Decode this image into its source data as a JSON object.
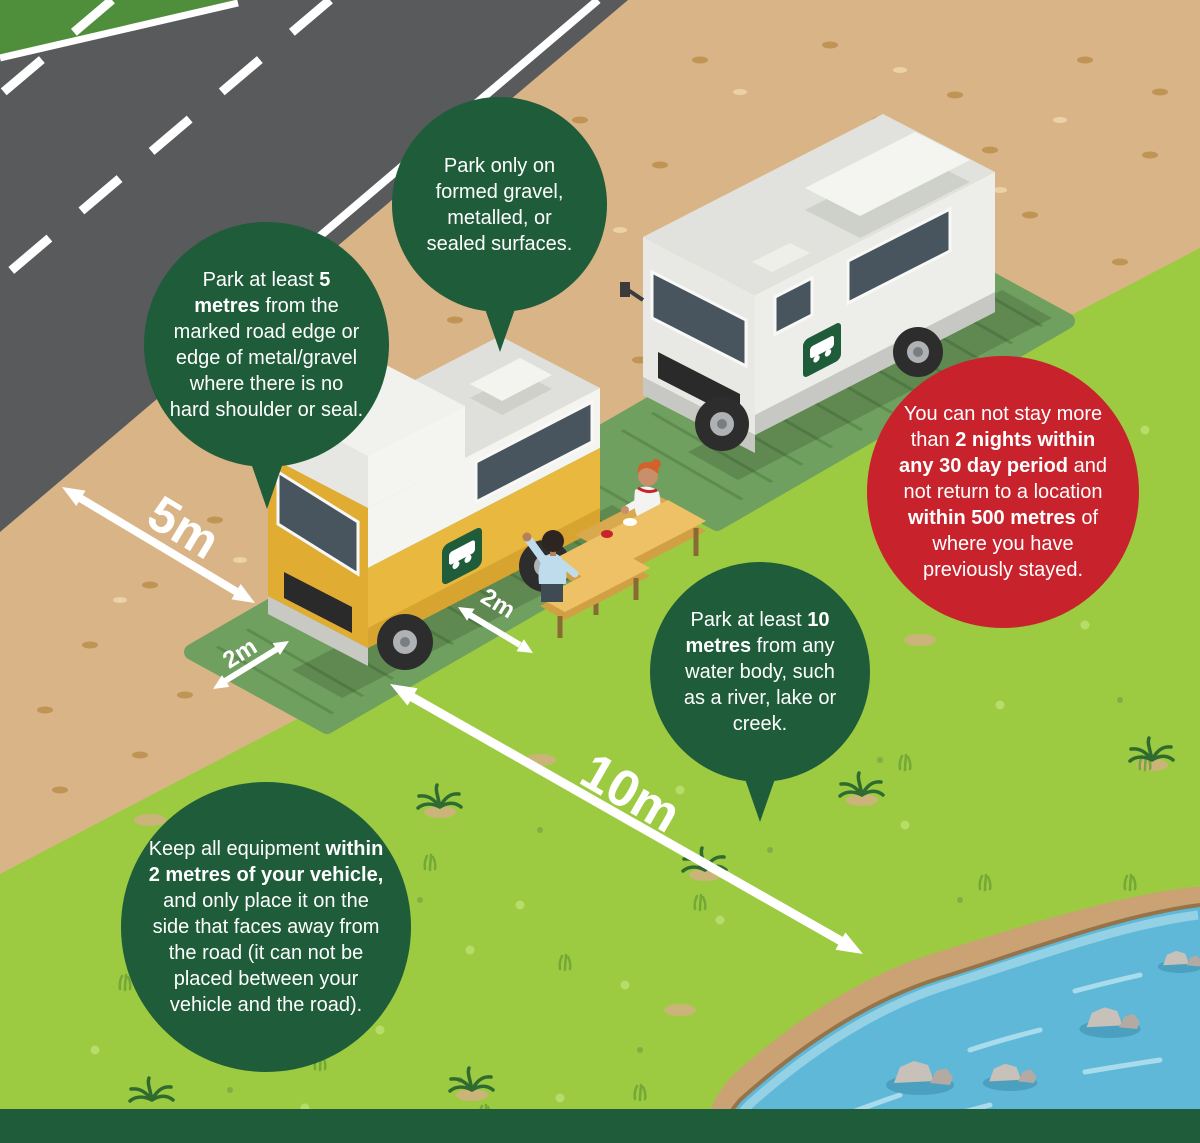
{
  "bubbles": {
    "surfaces": {
      "text": "Park only on formed gravel, metalled, or sealed surfaces."
    },
    "road_distance": {
      "seg1": "Park at least ",
      "bold1": "5 metres",
      "seg2": " from the marked road edge or edge of metal/gravel where there is no hard shoulder or seal."
    },
    "stay_limit": {
      "seg1": "You can not stay more than ",
      "bold1": "2 nights within any 30 day period",
      "seg2": " and not return to a location ",
      "bold2": "within 500 metres",
      "seg3": " of where you have previously stayed."
    },
    "water_distance": {
      "seg1": "Park at least ",
      "bold1": "10 metres",
      "seg2": " from any water body, such as a river, lake or creek."
    },
    "equipment": {
      "seg1": "Keep all equipment ",
      "bold1": "within 2 metres of your vehicle,",
      "seg2": " and only place it on the side that faces away from the road (it can not be placed between your vehicle and the road)."
    }
  },
  "distance_labels": {
    "road_gap": "5m",
    "front_gap": "2m",
    "side_gap": "2m",
    "water_gap": "10m"
  },
  "colors": {
    "rule_bubble_green": "#1E5C3A",
    "warning_bubble_red": "#C8232C",
    "road_gray": "#595A5C",
    "gravel_sand": "#D9B486",
    "grass_green": "#9CCB41",
    "water_blue": "#5FB8D8",
    "parking_pad_green": "#6FA05F",
    "campervan_yellow": "#E9B83E",
    "footer_green": "#1E5C3A"
  }
}
